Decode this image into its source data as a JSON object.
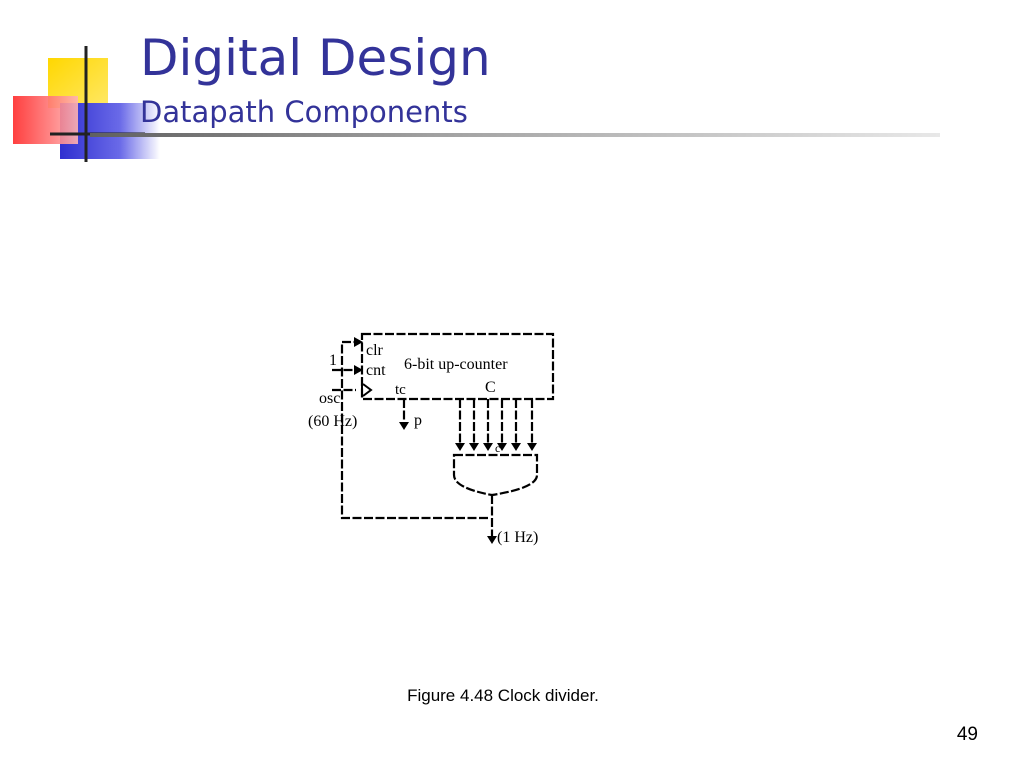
{
  "slide": {
    "title": "Digital Design",
    "subtitle": "Datapath Components",
    "caption": "Figure 4.48 Clock divider.",
    "page_number": "49"
  },
  "diagram": {
    "counter_label": "6-bit up-counter",
    "counter_output": "C",
    "inputs": {
      "clr": "clr",
      "cnt": "cnt",
      "one": "1",
      "osc": "osc",
      "osc_freq": "(60 Hz)"
    },
    "tc_label": "tc",
    "p_label": "p",
    "and_label": "c",
    "output_freq": "(1 Hz)"
  },
  "colors": {
    "title": "#333399",
    "logo_yellow": "#FFCC00",
    "logo_red": "#FF3333",
    "logo_blue": "#3333CC"
  }
}
